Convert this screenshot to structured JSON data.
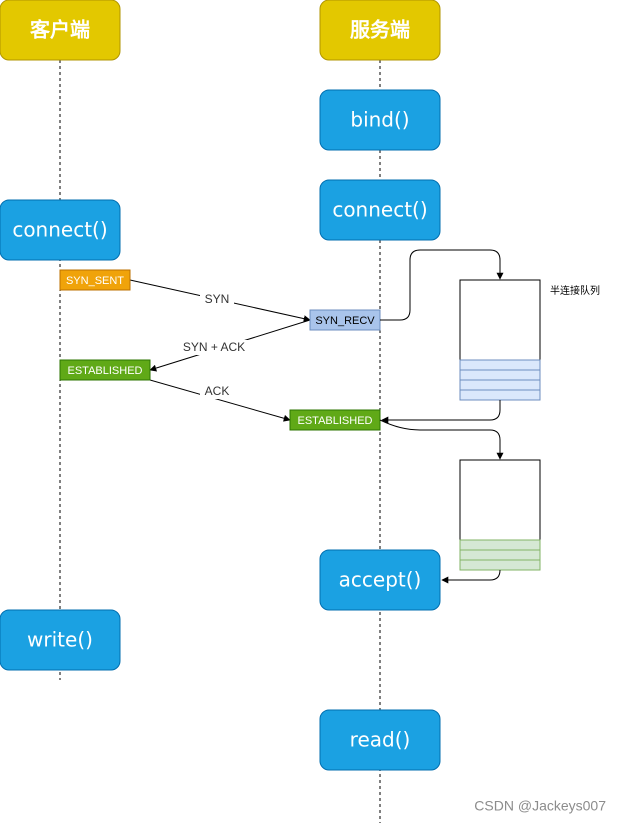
{
  "headers": {
    "client": "客户端",
    "server": "服务端"
  },
  "server_calls": {
    "bind": "bind()",
    "connect": "connect()",
    "accept": "accept()",
    "read": "read()"
  },
  "client_calls": {
    "connect": "connect()",
    "write": "write()"
  },
  "states": {
    "client_syn_sent": "SYN_SENT",
    "server_syn_recv": "SYN_RECV",
    "client_established": "ESTABLISHED",
    "server_established": "ESTABLISHED"
  },
  "messages": {
    "syn": "SYN",
    "syn_ack": "SYN + ACK",
    "ack": "ACK"
  },
  "queues": {
    "half_connection_label": "半连接队列"
  },
  "watermark": "CSDN @Jackeys007",
  "colors": {
    "header": "#e3c800",
    "call_box": "#1ba1e2",
    "syn_sent": "#f0a30a",
    "syn_recv": "#a9c4eb",
    "established": "#60a917",
    "half_queue_fill": "#dae8fc",
    "half_queue_stroke": "#6c8ebf",
    "full_queue_fill": "#d5e8d4",
    "full_queue_stroke": "#82b366"
  }
}
